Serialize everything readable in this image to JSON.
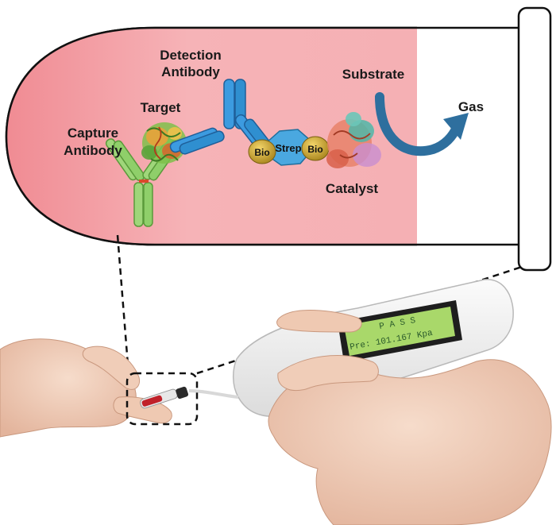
{
  "diagram": {
    "labels": {
      "detection_line1": "Detection",
      "detection_line2": "Antibody",
      "target": "Target",
      "capture_line1": "Capture",
      "capture_line2": "Antibody",
      "substrate": "Substrate",
      "gas": "Gas",
      "catalyst": "Catalyst",
      "bio_left": "Bio",
      "strep": "Strep",
      "bio_right": "Bio"
    }
  },
  "device": {
    "display_line1": "P A S S",
    "display_line2": "Pre: 101.167 Kpa"
  },
  "colors": {
    "tube_fill": "#f2a8ad",
    "antibody_blue": "#2f8fd0",
    "antibody_green": "#8fcf6a",
    "strep_blue": "#4aa8e0",
    "bio_gold": "#c9a227",
    "arrow_blue": "#2e6f9e",
    "lcd_green": "#a9d86a"
  }
}
